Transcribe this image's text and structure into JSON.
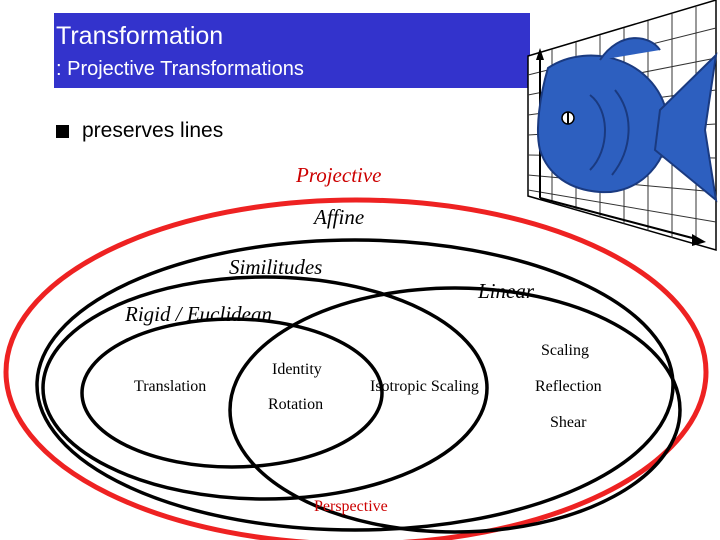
{
  "slide": {
    "title": "Transformation",
    "subtitle": ": Projective Transformations",
    "bullet": "preserves lines"
  },
  "diagram": {
    "projective": "Projective",
    "affine": "Affine",
    "similitudes": "Similitudes",
    "linear": "Linear",
    "rigid": "Rigid / Euclidean",
    "scaling": "Scaling",
    "identity": "Identity",
    "translation": "Translation",
    "isotropic_scaling": "Isotropic Scaling",
    "reflection": "Reflection",
    "rotation": "Rotation",
    "shear": "Shear",
    "perspective": "Perspective"
  },
  "colors": {
    "title_bg": "#3333cc",
    "projective_ring": "#ee2222",
    "projective_text": "#cc0000",
    "fish": "#2d5fbf"
  },
  "icons": {
    "bullet": "square-bullet",
    "illustration": "fish-on-perspective-grid"
  }
}
